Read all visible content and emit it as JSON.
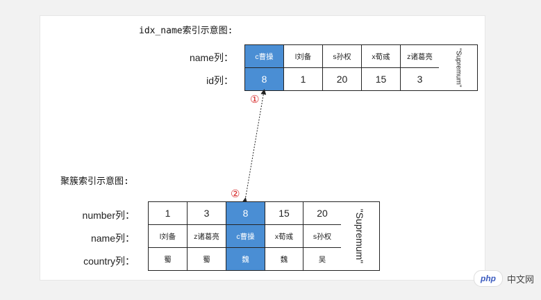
{
  "top": {
    "title": "idx_name索引示意图:",
    "labels": {
      "name": "name列：",
      "id": "id列："
    },
    "names": [
      "c曹操",
      "l刘备",
      "s孙权",
      "x荀彧",
      "z诸葛亮"
    ],
    "ids": [
      "8",
      "1",
      "20",
      "15",
      "3"
    ],
    "supremum": "\"Supremum\"",
    "marker": "①"
  },
  "bottom": {
    "title": "聚簇索引示意图:",
    "labels": {
      "number": "number列：",
      "name": "name列：",
      "country": "country列："
    },
    "numbers": [
      "1",
      "3",
      "8",
      "15",
      "20"
    ],
    "names": [
      "l刘备",
      "z诸葛亮",
      "c曹操",
      "x荀彧",
      "s孙权"
    ],
    "countries": [
      "蜀",
      "蜀",
      "魏",
      "魏",
      "吴"
    ],
    "supremum": "\"Supremum\"",
    "marker": "②"
  },
  "watermark": {
    "logo": "php",
    "text": "中文网"
  },
  "colors": {
    "highlight": "#4a8ed4",
    "marker": "#d62828"
  }
}
